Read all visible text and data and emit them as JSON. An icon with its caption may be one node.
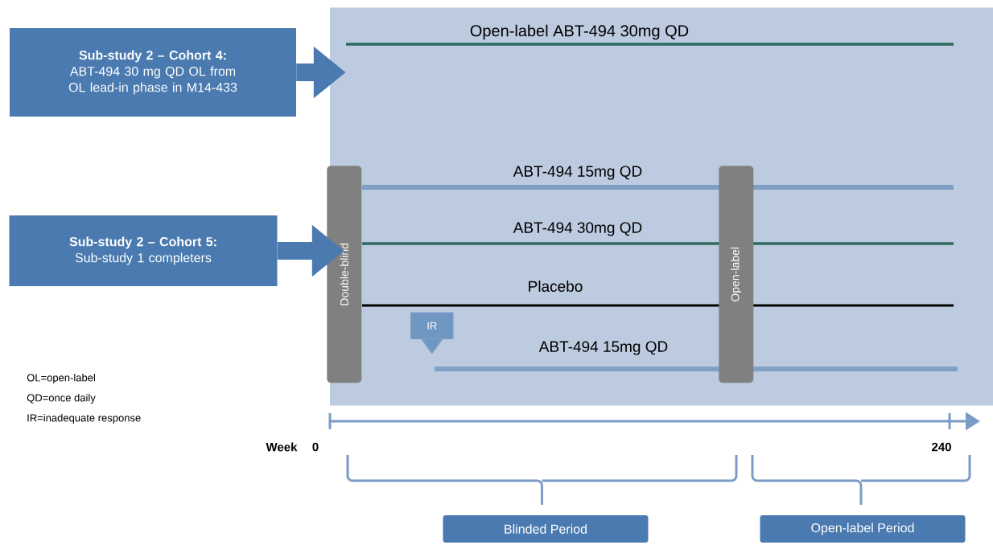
{
  "diagram": {
    "nodes": [
      {
        "text": [],
        "shape": "box"
      },
      {
        "text": [
          "Sub-study 2 – Cohort 4:",
          "ABT-494 30 mg QD OL from OL lead-in phase in M14-433"
        ]
      },
      {
        "text": [
          "Sub-study 2 – Cohort 5:",
          "Sub-study 1 completers"
        ]
      },
      {
        "text": [
          "Double-blind"
        ],
        "in": 0
      },
      {
        "text": [
          "Open-label"
        ],
        "in": 0
      },
      {
        "text": [
          "IR"
        ],
        "in": 0
      },
      {
        "text": [
          "Blinded Period"
        ]
      },
      {
        "text": [
          "Open-label Period"
        ]
      }
    ],
    "edges": [
      {
        "from": 1,
        "to": 0,
        "arrow": "to"
      },
      {
        "from": 2,
        "to": 3,
        "arrow": "to"
      }
    ],
    "labels": [
      "Open-label ABT-494 30mg QD",
      "ABT-494 15mg QD",
      "ABT-494 30mg QD",
      "Placebo",
      "ABT-494 15mg QD",
      "OL=open-label",
      "QD=once daily",
      "IR=inadequate response",
      "Week",
      "0",
      "240"
    ]
  }
}
